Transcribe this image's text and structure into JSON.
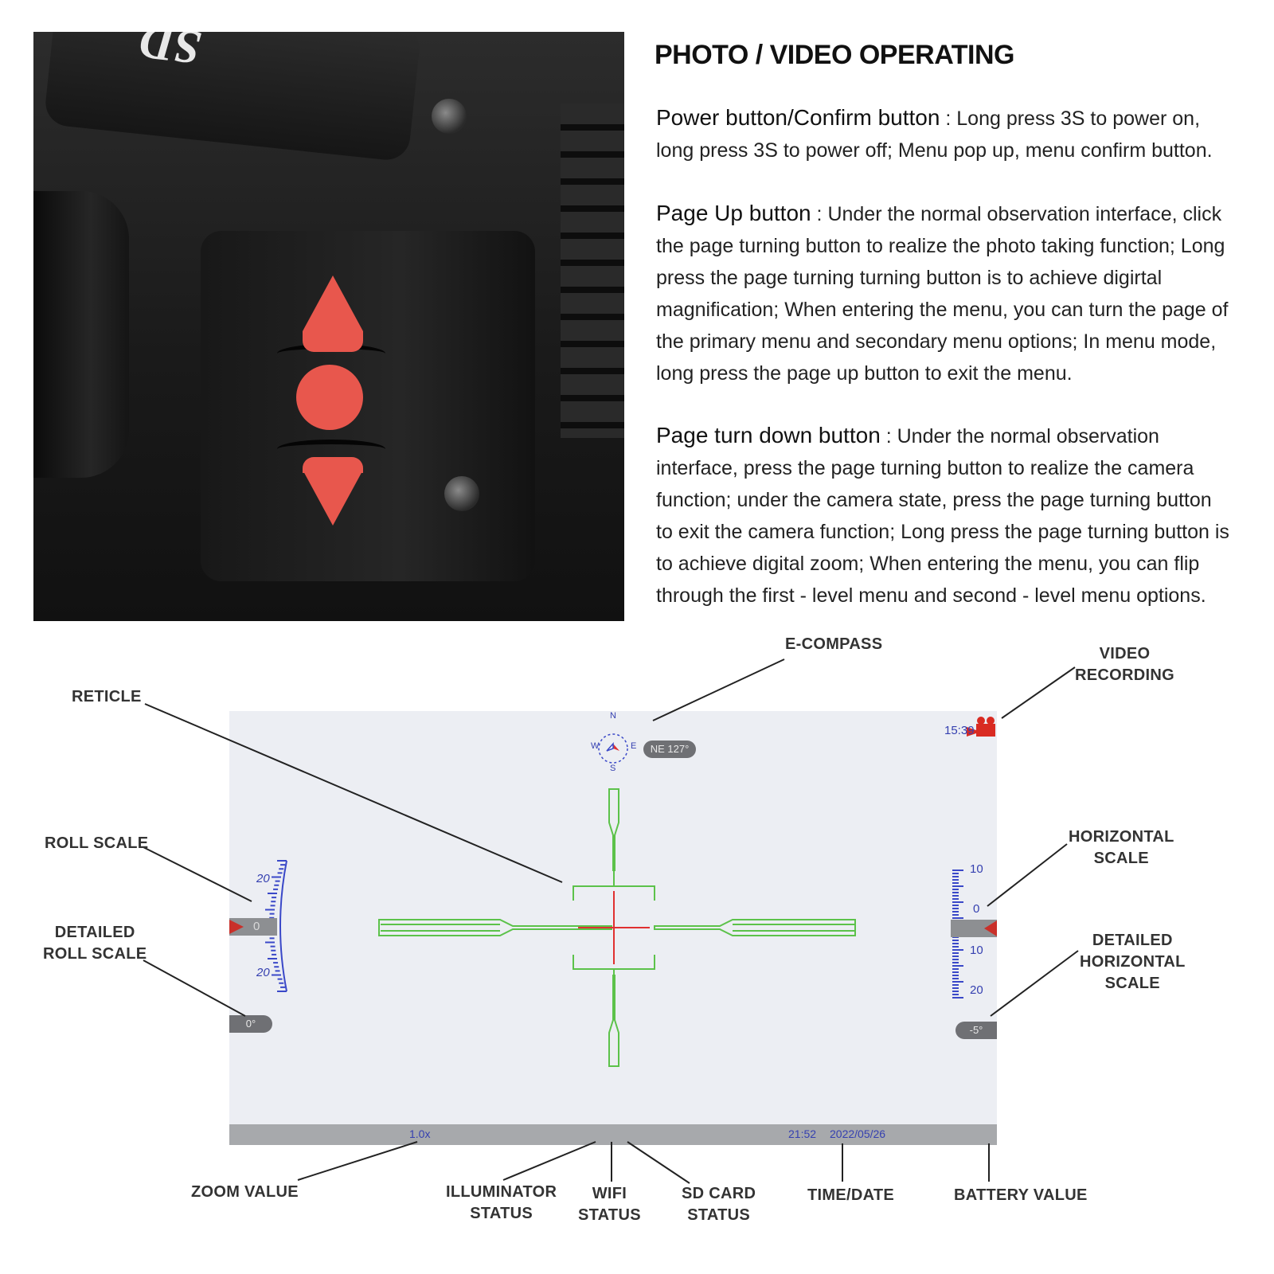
{
  "heading": "PHOTO / VIDEO OPERATING",
  "photo": {
    "sd_label": "SD"
  },
  "sections": [
    {
      "title": "Power button/Confirm button",
      "separator": " : ",
      "text": "Long press 3S to power on, long press 3S to power off; Menu pop up, menu confirm button."
    },
    {
      "title": "Page Up button",
      "separator": " : ",
      "text": "Under the normal observation interface, click the page turning button to realize the photo taking function; Long press the page turning turning button is to achieve digirtal magnification; When entering the menu, you can turn the page of the primary menu and secondary menu options; In menu mode, long press the page up button to exit the menu."
    },
    {
      "title": "Page turn down button",
      "separator": " : ",
      "text": "Under the normal observation interface, press the page turning button to realize the camera function; under the camera state, press the page turning button to exit the camera function; Long press the page turning button is to achieve digital zoom; When entering the menu, you can flip through the first - level menu and second - level menu options."
    }
  ],
  "callouts": {
    "e_compass": "E-COMPASS",
    "video_recording_1": "VIDEO",
    "video_recording_2": "RECORDING",
    "reticle": "RETICLE",
    "roll_scale": "ROLL SCALE",
    "detailed_roll_1": "DETAILED",
    "detailed_roll_2": "ROLL SCALE",
    "horizontal_1": "HORIZONTAL",
    "horizontal_2": "SCALE",
    "detailed_horizontal_1": "DETAILED",
    "detailed_horizontal_2": "HORIZONTAL",
    "detailed_horizontal_3": "SCALE",
    "zoom_value": "ZOOM VALUE",
    "illuminator_1": "ILLUMINATOR",
    "illuminator_2": "STATUS",
    "wifi_1": "WIFI",
    "wifi_2": "STATUS",
    "sd_card_1": "SD CARD",
    "sd_card_2": "STATUS",
    "time_date": "TIME/DATE",
    "battery_value": "BATTERY VALUE"
  },
  "hud": {
    "recording_time": "15:39",
    "compass_heading": "NE 127°",
    "compass_n": "N",
    "compass_e": "E",
    "compass_s": "S",
    "compass_w": "W",
    "roll_top": "20",
    "roll_mid": "0",
    "roll_bottom": "20",
    "roll_value": "0°",
    "horiz_10_top": "10",
    "horiz_0": "0",
    "horiz_10_bottom": "10",
    "horiz_20": "20",
    "horiz_value": "-5°",
    "zoom": "1.0x",
    "time": "21:52",
    "date": "2022/05/26",
    "colors": {
      "reticle_green": "#5cc24a",
      "reticle_red": "#e03030",
      "scale_blue": "#3a48c8",
      "record_red": "#d92b22",
      "battery_blue": "#2b3fc2"
    }
  }
}
